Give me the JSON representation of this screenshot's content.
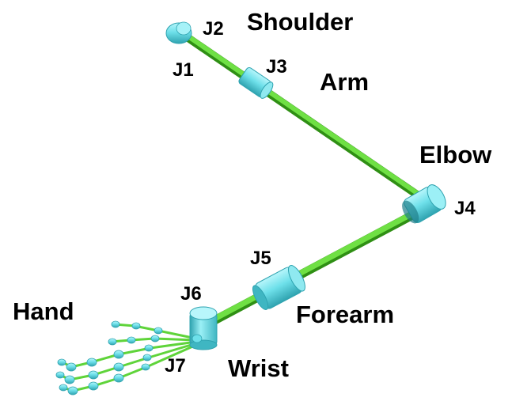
{
  "colors": {
    "link": "#4ccf2a",
    "link_dark": "#2f8f14",
    "joint": "#6ee0ea",
    "joint_dark": "#2fa3b0",
    "joint_light": "#b8f6fb",
    "text": "#000000",
    "background": "#ffffff"
  },
  "segments": {
    "shoulder": "Shoulder",
    "arm": "Arm",
    "elbow": "Elbow",
    "forearm": "Forearm",
    "wrist": "Wrist",
    "hand": "Hand"
  },
  "joints": {
    "j1": "J1",
    "j2": "J2",
    "j3": "J3",
    "j4": "J4",
    "j5": "J5",
    "j6": "J6",
    "j7": "J7"
  }
}
